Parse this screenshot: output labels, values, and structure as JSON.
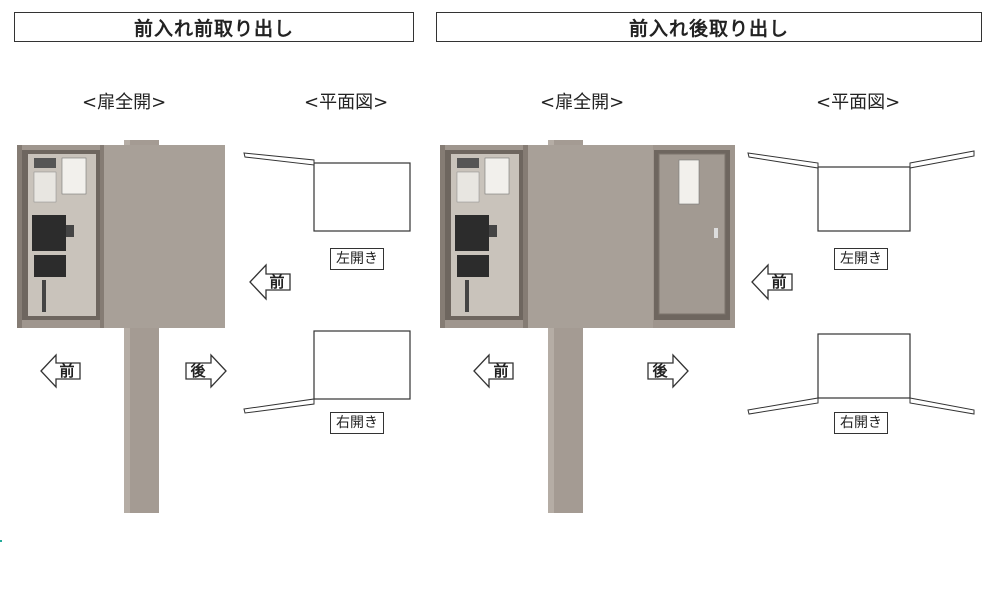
{
  "sections": [
    {
      "title": "前入れ前取り出し",
      "view_open_label": "<扉全開>",
      "view_plan_label": "<平面図>",
      "front_label": "前",
      "back_label": "後",
      "plan_front_label": "前",
      "plan_left_label": "左開き",
      "plan_right_label": "右開き"
    },
    {
      "title": "前入れ後取り出し",
      "view_open_label": "<扉全開>",
      "view_plan_label": "<平面図>",
      "front_label": "前",
      "back_label": "後",
      "plan_front_label": "前",
      "plan_left_label": "左開き",
      "plan_right_label": "右開き"
    }
  ],
  "colors": {
    "body": "#9a9189",
    "body_dark": "#857c74",
    "inner": "#b8b1a8",
    "line": "#333333"
  }
}
